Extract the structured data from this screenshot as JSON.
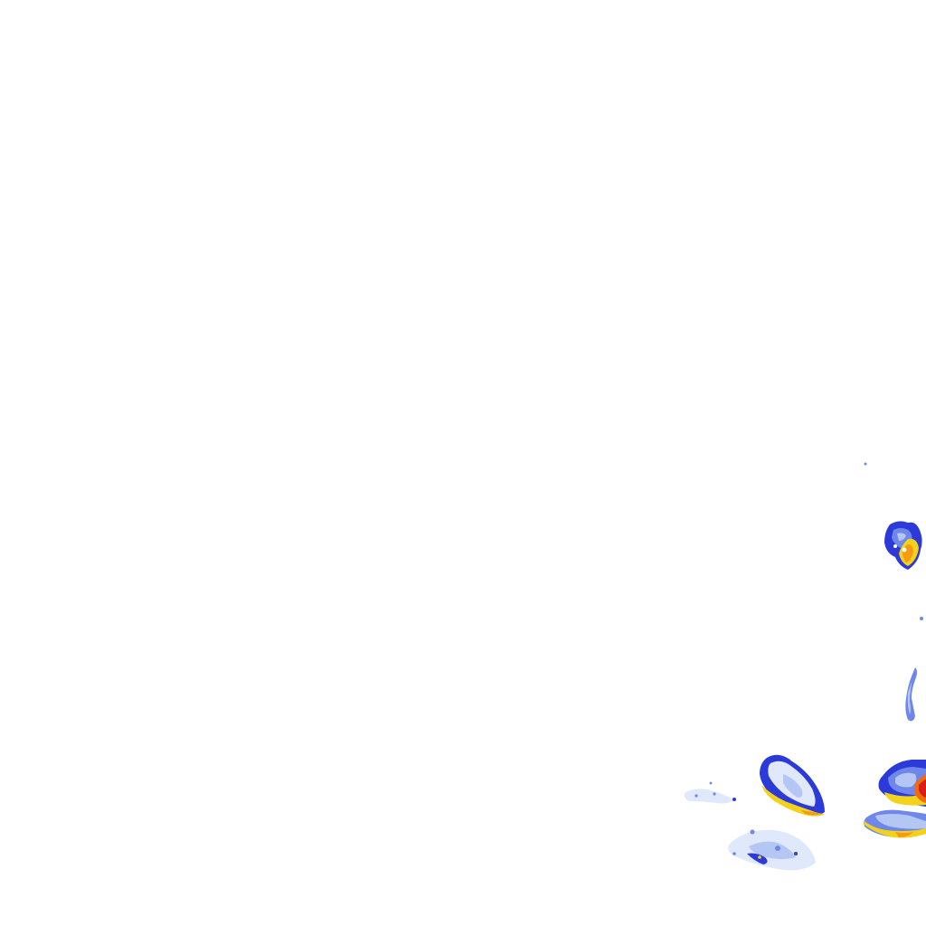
{
  "map": {
    "palette": {
      "background": "#ffffff",
      "very_light": "#dfe9fb",
      "light": "#b4c6f4",
      "medium": "#6f86ea",
      "strong": "#2b3ad8",
      "edge": "#1414a8",
      "yellow": "#f2d21a",
      "orange": "#f59a12",
      "deep_orange": "#ef6a10",
      "red": "#d81e16"
    },
    "features": [
      "reflectivity-cell-north",
      "reflectivity-cell-southeast",
      "reflectivity-band-south-center",
      "reflectivity-band-south-west",
      "reflectivity-streak-east"
    ]
  }
}
